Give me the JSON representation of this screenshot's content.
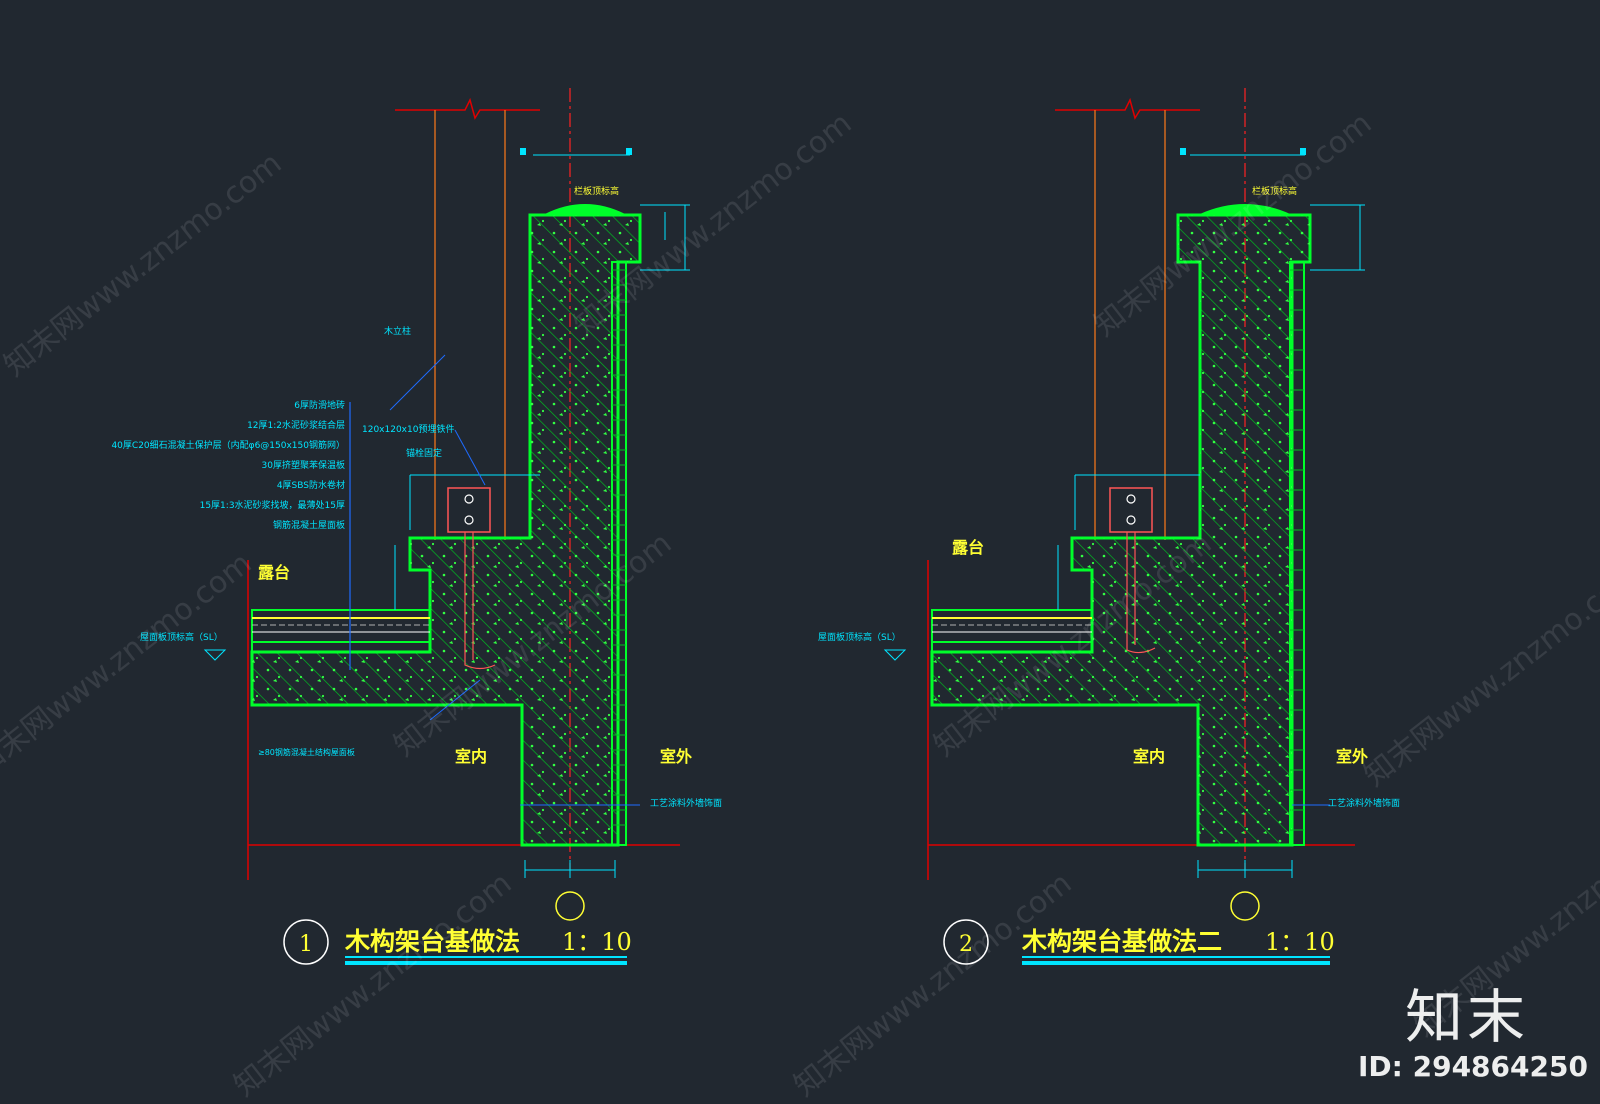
{
  "colors": {
    "background": "#212830",
    "outline": "#00ff2a",
    "hatch": "#00c820",
    "ink_cyan": "#00e5ff",
    "ink_yellow": "#ffff33",
    "ink_red": "#e00000",
    "ink_orange": "#ff7a1a",
    "ink_white": "#ffffff"
  },
  "detail1": {
    "number": "1",
    "title": "木构架台基做法",
    "scale": "1：10",
    "label_terrace": "露台",
    "label_indoor": "室内",
    "label_outdoor": "室外",
    "label_slab_level": "屋面板顶标高（SL）",
    "label_wood_column": "木立柱",
    "label_embed": "120x120x10预埋铁件",
    "label_anchor": "锚栓固定",
    "label_top_finish": "栏板顶标高",
    "label_exterior_paint": "工艺涂料外墙饰面",
    "label_slab_note": "≥80钢筋混凝土结构屋面板",
    "layers": [
      "6厚防滑地砖",
      "12厚1:2水泥砂浆结合层",
      "40厚C20细石混凝土保护层（内配φ6@150x150钢筋网）",
      "30厚挤塑聚苯保温板",
      "4厚SBS防水卷材",
      "15厚1:3水泥砂浆找坡，最薄处15厚",
      "钢筋混凝土屋面板"
    ]
  },
  "detail2": {
    "number": "2",
    "title": "木构架台基做法二",
    "scale": "1：10",
    "label_terrace": "露台",
    "label_indoor": "室内",
    "label_outdoor": "室外",
    "label_slab_level": "屋面板顶标高（SL）",
    "label_top_finish": "栏板顶标高",
    "label_exterior_paint": "工艺涂料外墙饰面"
  },
  "watermarks": [
    "知末网www.znzmo.com"
  ],
  "brand": {
    "logo_text": "知末",
    "id_text": "ID: 294864250"
  }
}
